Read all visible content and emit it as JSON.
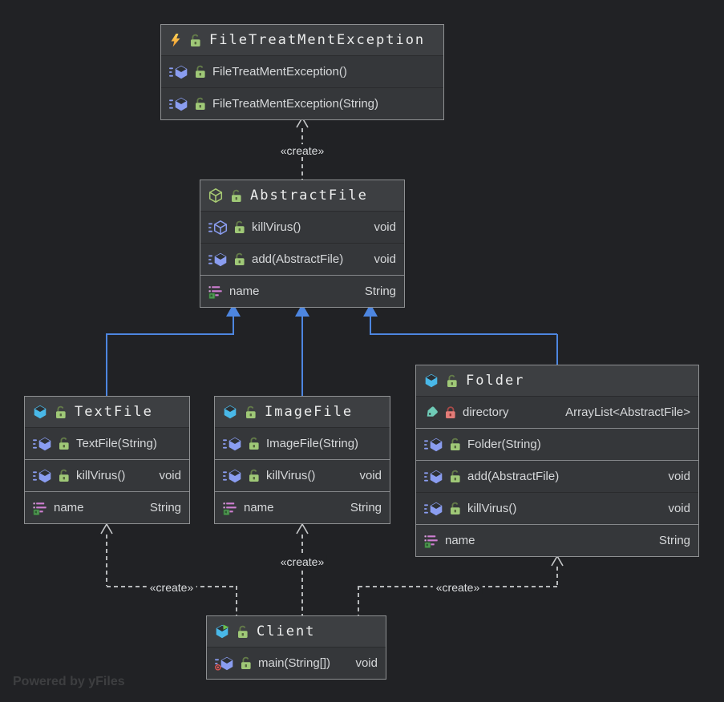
{
  "watermark": "Powered by yFiles",
  "colors": {
    "canvas_background": "#212225",
    "box_background": "#35373a",
    "box_border": "#8e9092",
    "inheritance_edge": "#4d86e0",
    "create_edge": "#b7b9bb",
    "class_icon": "#49b8e8",
    "abstract_class_icon": "#a9cc74",
    "method_icon": "#8a9df0",
    "field_icon": "#cf7fd2",
    "tag_icon": "#6fcbb7",
    "public_lock": "#9fc877",
    "private_lock": "#e27c78",
    "exception_bolt": "#f5a931"
  },
  "classes": [
    {
      "name": "FileTreatMentException",
      "title": "FileTreatMentException",
      "stereotype": "exception-class",
      "visibility": "public",
      "members": [
        {
          "kind": "constructor",
          "icon": "method-icon",
          "visibility": "public",
          "label": "FileTreatMentException()",
          "type": ""
        },
        {
          "kind": "constructor",
          "icon": "method-icon",
          "visibility": "public",
          "label": "FileTreatMentException(String)",
          "type": ""
        }
      ]
    },
    {
      "name": "AbstractFile",
      "title": "AbstractFile",
      "stereotype": "abstract-class",
      "visibility": "public",
      "members": [
        {
          "kind": "method",
          "icon": "abstract-method-icon",
          "visibility": "public",
          "label": "killVirus()",
          "type": "void"
        },
        {
          "kind": "method",
          "icon": "method-icon",
          "visibility": "public",
          "label": "add(AbstractFile)",
          "type": "void"
        },
        {
          "kind": "field",
          "icon": "field-icon",
          "label": "name",
          "type": "String"
        }
      ]
    },
    {
      "name": "TextFile",
      "title": "TextFile",
      "stereotype": "class",
      "visibility": "public",
      "members": [
        {
          "kind": "constructor",
          "icon": "method-icon",
          "visibility": "public",
          "label": "TextFile(String)",
          "type": ""
        },
        {
          "kind": "method",
          "icon": "method-icon",
          "visibility": "public",
          "label": "killVirus()",
          "type": "void"
        },
        {
          "kind": "field",
          "icon": "field-icon",
          "label": "name",
          "type": "String"
        }
      ]
    },
    {
      "name": "ImageFile",
      "title": "ImageFile",
      "stereotype": "class",
      "visibility": "public",
      "members": [
        {
          "kind": "constructor",
          "icon": "method-icon",
          "visibility": "public",
          "label": "ImageFile(String)",
          "type": ""
        },
        {
          "kind": "method",
          "icon": "method-icon",
          "visibility": "public",
          "label": "killVirus()",
          "type": "void"
        },
        {
          "kind": "field",
          "icon": "field-icon",
          "label": "name",
          "type": "String"
        }
      ]
    },
    {
      "name": "Folder",
      "title": "Folder",
      "stereotype": "class",
      "visibility": "public",
      "members": [
        {
          "kind": "field",
          "icon": "tag-icon",
          "visibility": "private",
          "label": "directory",
          "type": "ArrayList<AbstractFile>"
        },
        {
          "kind": "constructor",
          "icon": "method-icon",
          "visibility": "public",
          "label": "Folder(String)",
          "type": ""
        },
        {
          "kind": "method",
          "icon": "method-icon",
          "visibility": "public",
          "label": "add(AbstractFile)",
          "type": "void"
        },
        {
          "kind": "method",
          "icon": "method-icon",
          "visibility": "public",
          "label": "killVirus()",
          "type": "void"
        },
        {
          "kind": "field",
          "icon": "field-icon",
          "label": "name",
          "type": "String"
        }
      ]
    },
    {
      "name": "Client",
      "title": "Client",
      "stereotype": "runnable-class",
      "visibility": "public",
      "members": [
        {
          "kind": "method",
          "icon": "main-method-icon",
          "visibility": "public",
          "label": "main(String[])",
          "type": "void"
        }
      ]
    }
  ],
  "edges": [
    {
      "type": "create",
      "from": "AbstractFile",
      "to": "FileTreatMentException",
      "label": "«create»"
    },
    {
      "type": "inheritance",
      "from": "TextFile",
      "to": "AbstractFile"
    },
    {
      "type": "inheritance",
      "from": "ImageFile",
      "to": "AbstractFile"
    },
    {
      "type": "inheritance",
      "from": "Folder",
      "to": "AbstractFile"
    },
    {
      "type": "create",
      "from": "Client",
      "to": "TextFile",
      "label": "«create»"
    },
    {
      "type": "create",
      "from": "Client",
      "to": "ImageFile",
      "label": "«create»"
    },
    {
      "type": "create",
      "from": "Client",
      "to": "Folder",
      "label": "«create»"
    }
  ]
}
